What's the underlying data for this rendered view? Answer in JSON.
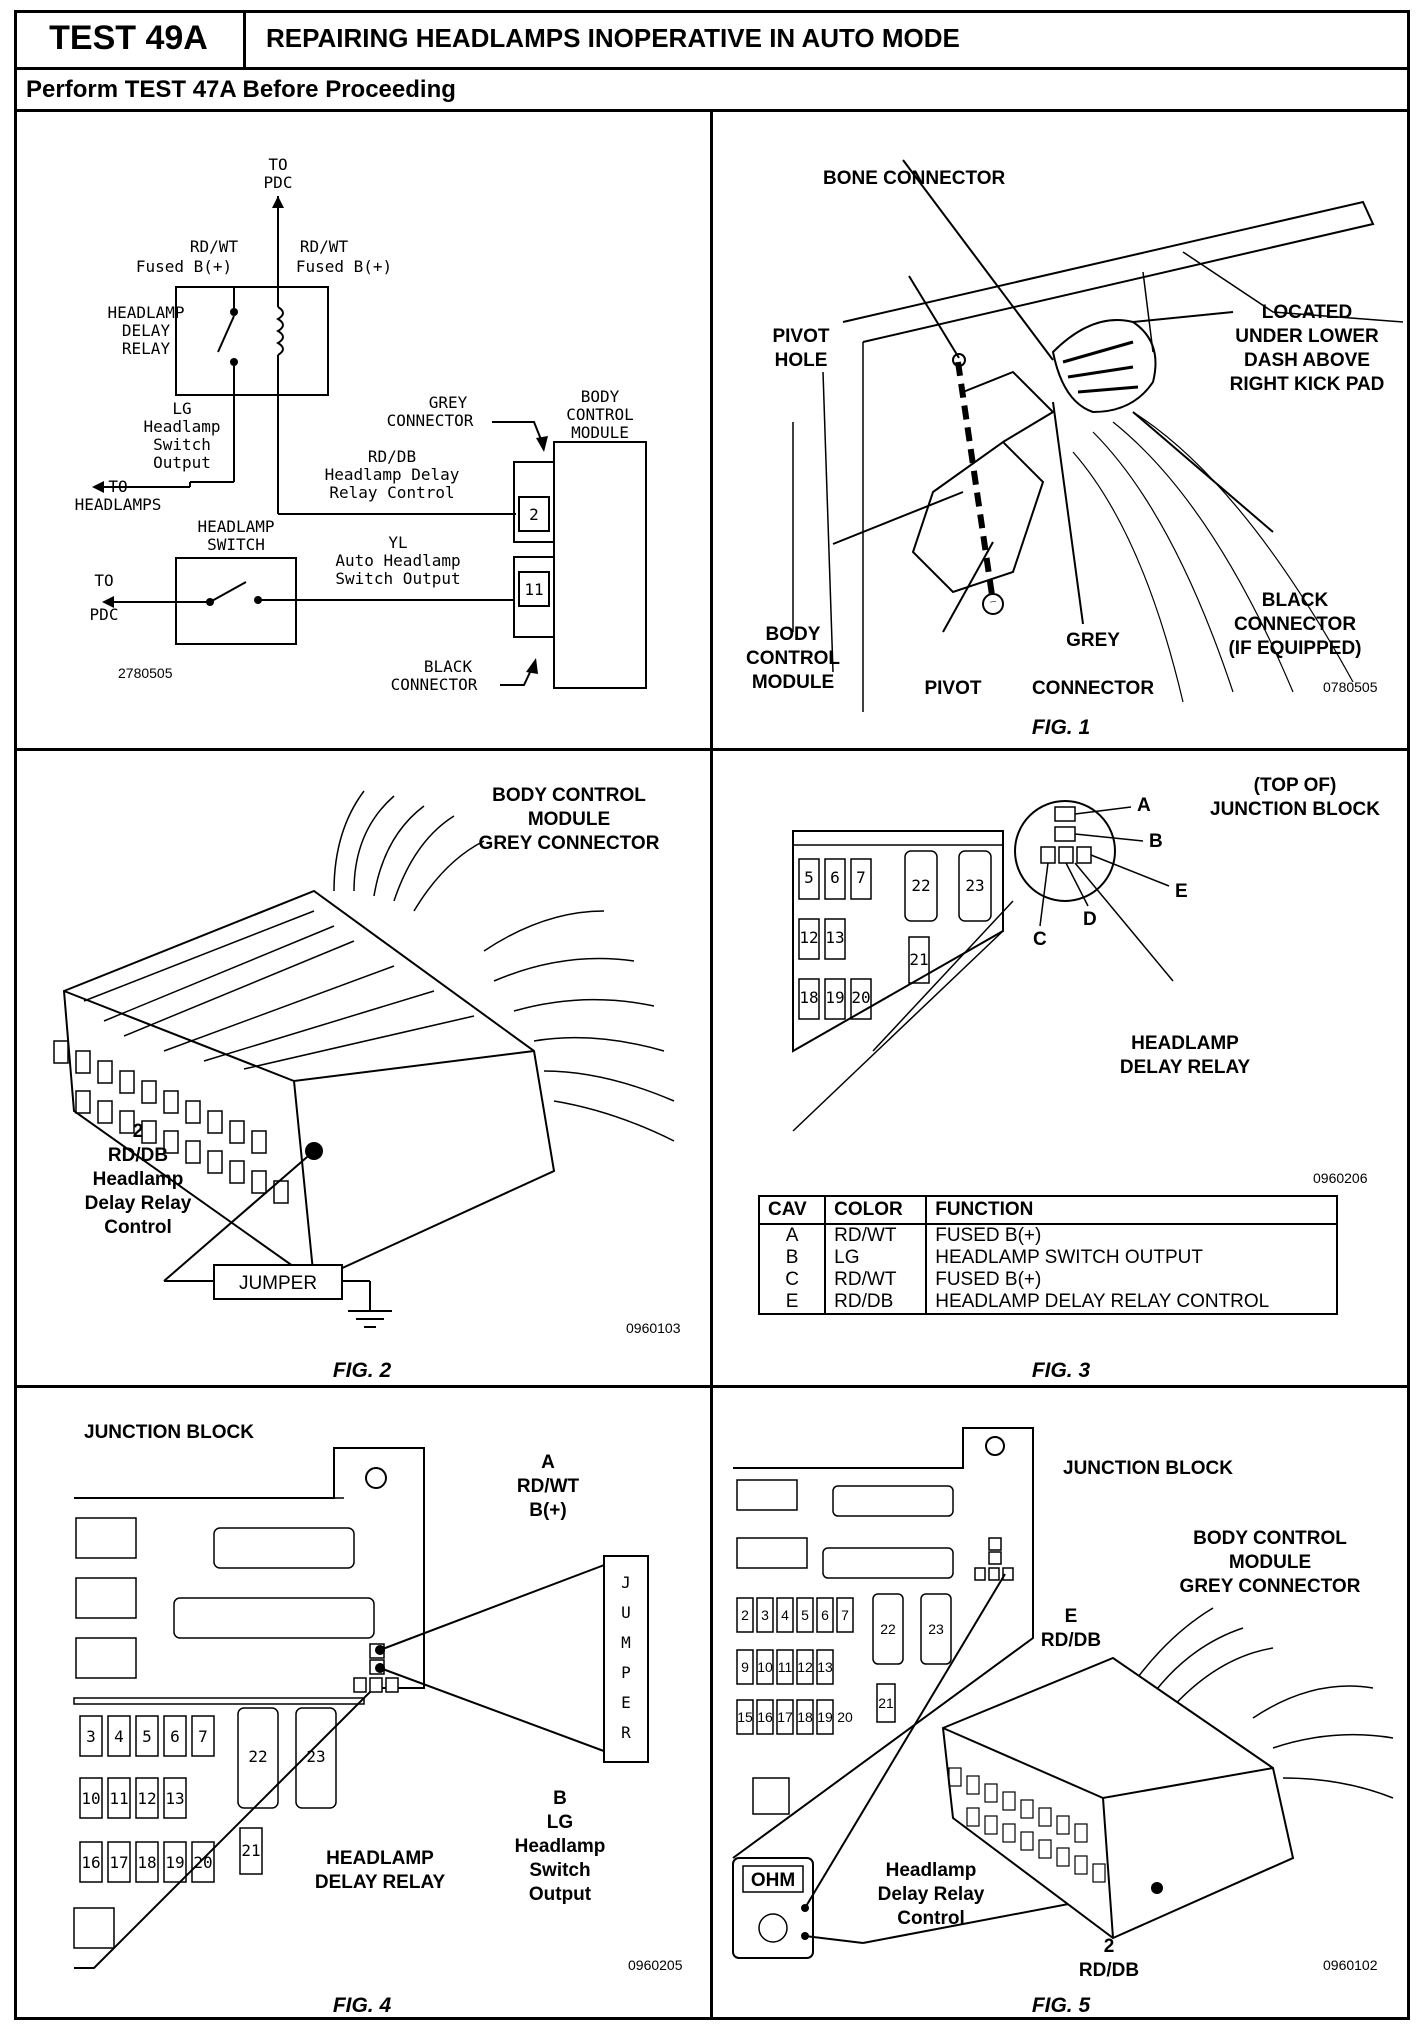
{
  "header": {
    "test_id": "TEST 49A",
    "title": "REPAIRING HEADLAMPS INOPERATIVE IN AUTO MODE",
    "subtitle": "Perform TEST 47A Before Proceeding"
  },
  "schematic": {
    "to_pdc_top": [
      "TO",
      "PDC"
    ],
    "rd_wt_left": [
      "RD/WT",
      "Fused B(+)"
    ],
    "rd_wt_right": [
      "RD/WT",
      "Fused B(+)"
    ],
    "relay_label": [
      "HEADLAMP",
      "DELAY",
      "RELAY"
    ],
    "lg_label": [
      "LG",
      "Headlamp",
      "Switch",
      "Output"
    ],
    "to_headlamps": [
      "TO",
      "HEADLAMPS"
    ],
    "grey_connector": [
      "GREY",
      "CONNECTOR"
    ],
    "bcm_label": [
      "BODY",
      "CONTROL",
      "MODULE"
    ],
    "rd_db_label": [
      "RD/DB",
      "Headlamp Delay",
      "Relay Control"
    ],
    "pin_2": "2",
    "switch_label": [
      "HEADLAMP",
      "SWITCH"
    ],
    "yl_label": [
      "YL",
      "Auto Headlamp",
      "Switch Output"
    ],
    "pin_11": "11",
    "to_pdc_left": [
      "TO",
      "PDC"
    ],
    "black_connector": [
      "BLACK",
      "CONNECTOR"
    ],
    "code": "2780505"
  },
  "fig1": {
    "bone_connector": "BONE CONNECTOR",
    "located": [
      "LOCATED",
      "UNDER LOWER",
      "DASH ABOVE",
      "RIGHT KICK PAD"
    ],
    "pivot_hole": [
      "PIVOT",
      "HOLE"
    ],
    "black_connector": [
      "BLACK",
      "CONNECTOR",
      "(IF EQUIPPED)"
    ],
    "bcm": [
      "BODY",
      "CONTROL",
      "MODULE"
    ],
    "pivot": "PIVOT",
    "grey_connector": [
      "GREY",
      "CONNECTOR"
    ],
    "code": "0780505",
    "caption": "FIG. 1"
  },
  "fig2": {
    "title": [
      "BODY CONTROL",
      "MODULE",
      "GREY CONNECTOR"
    ],
    "wire_label": [
      "2",
      "RD/DB",
      "Headlamp",
      "Delay Relay",
      "Control"
    ],
    "jumper": "JUMPER",
    "code": "0960103",
    "caption": "FIG. 2"
  },
  "fig3": {
    "title": [
      "(TOP OF)",
      "JUNCTION BLOCK"
    ],
    "pin_a": "A",
    "pin_b": "B",
    "pin_c": "C",
    "pin_d": "D",
    "pin_e": "E",
    "relay_label": [
      "HEADLAMP",
      "DELAY RELAY"
    ],
    "fuses": [
      "5",
      "6",
      "7",
      "22",
      "23",
      "12",
      "13",
      "21",
      "18",
      "19",
      "20"
    ],
    "code": "0960206",
    "table": {
      "headers": [
        "CAV",
        "COLOR",
        "FUNCTION"
      ],
      "rows": [
        [
          "A",
          "RD/WT",
          "FUSED B(+)"
        ],
        [
          "B",
          "LG",
          "HEADLAMP SWITCH OUTPUT"
        ],
        [
          "C",
          "RD/WT",
          "FUSED B(+)"
        ],
        [
          "E",
          "RD/DB",
          "HEADLAMP DELAY RELAY CONTROL"
        ]
      ]
    },
    "caption": "FIG. 3"
  },
  "fig4": {
    "junction_block": "JUNCTION BLOCK",
    "a_label": [
      "A",
      "RD/WT",
      "B(+)"
    ],
    "jumper_letters": [
      "J",
      "U",
      "M",
      "P",
      "E",
      "R"
    ],
    "b_label": [
      "B",
      "LG",
      "Headlamp",
      "Switch",
      "Output"
    ],
    "relay_label": [
      "HEADLAMP",
      "DELAY RELAY"
    ],
    "fuses": [
      "3",
      "4",
      "5",
      "6",
      "7",
      "22",
      "23",
      "10",
      "11",
      "12",
      "13",
      "21",
      "16",
      "17",
      "18",
      "19",
      "20"
    ],
    "code": "0960205",
    "caption": "FIG. 4"
  },
  "fig5": {
    "junction_block": "JUNCTION BLOCK",
    "bcm_title": [
      "BODY CONTROL",
      "MODULE",
      "GREY CONNECTOR"
    ],
    "e_label": [
      "E",
      "RD/DB"
    ],
    "meter": "OHM",
    "control_label": [
      "Headlamp",
      "Delay Relay",
      "Control"
    ],
    "pin_label": [
      "2",
      "RD/DB"
    ],
    "fuses": [
      "2",
      "3",
      "4",
      "5",
      "6",
      "7",
      "22",
      "23",
      "9",
      "10",
      "11",
      "12",
      "13",
      "21",
      "15",
      "16",
      "17",
      "18",
      "19",
      "20"
    ],
    "code": "0960102",
    "caption": "FIG. 5"
  }
}
